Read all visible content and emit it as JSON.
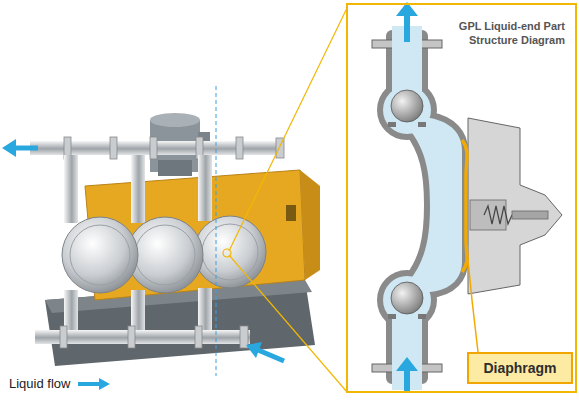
{
  "diagram": {
    "nodes": [
      {
        "text": [
          "GPL Liquid-end Part Structure Diagram"
        ]
      },
      {
        "text": [
          "Diaphragm"
        ],
        "in": 0
      }
    ],
    "legend": [
      {
        "text": "Liquid flow"
      }
    ]
  }
}
